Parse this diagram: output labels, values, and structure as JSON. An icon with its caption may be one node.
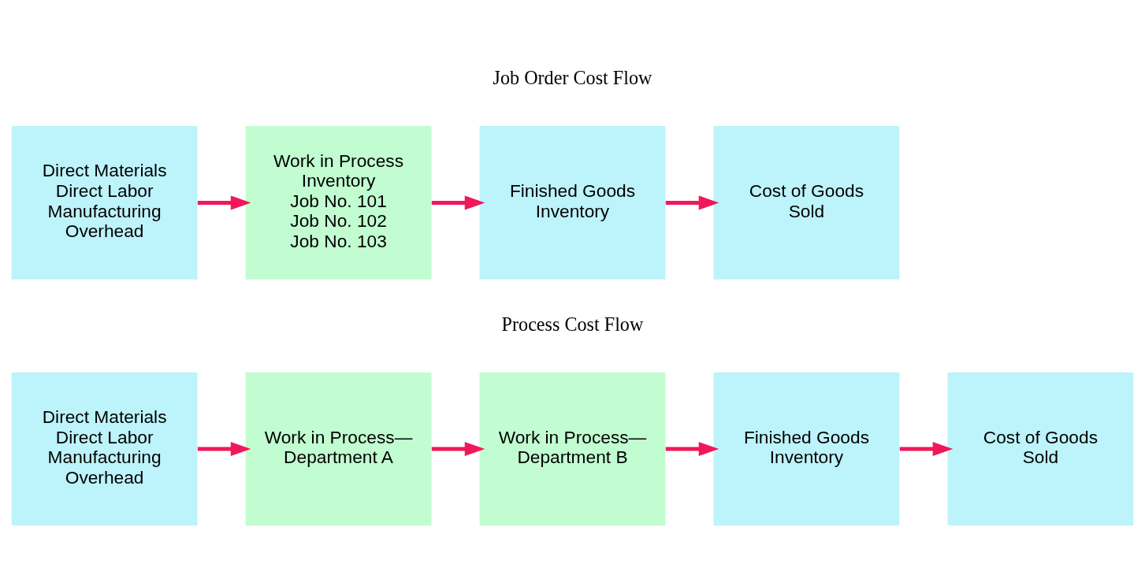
{
  "diagram": {
    "nodes": [
      {
        "text": [
          "Direct Materials",
          "Direct Labor",
          "Manufacturing Overhead"
        ]
      },
      {
        "text": [
          "Work in Process Inventory",
          "Job No. 101",
          "Job No. 102",
          "Job No. 103"
        ]
      },
      {
        "text": [
          "Finished Goods Inventory"
        ]
      },
      {
        "text": [
          "Cost of Goods Sold"
        ]
      },
      {
        "text": [
          "Direct Materials",
          "Direct Labor",
          "Manufacturing Overhead"
        ]
      },
      {
        "text": [
          "Work in Process—Department A"
        ]
      },
      {
        "text": [
          "Work in Process—Department B"
        ]
      },
      {
        "text": [
          "Finished Goods Inventory"
        ]
      },
      {
        "text": [
          "Cost of Goods Sold"
        ]
      }
    ],
    "edges": [
      {
        "from": 0,
        "to": 1,
        "arrow": "to"
      },
      {
        "from": 1,
        "to": 2,
        "arrow": "to"
      },
      {
        "from": 2,
        "to": 3,
        "arrow": "to"
      },
      {
        "from": 4,
        "to": 5,
        "arrow": "to"
      },
      {
        "from": 5,
        "to": 6,
        "arrow": "to"
      },
      {
        "from": 6,
        "to": 7,
        "arrow": "to"
      },
      {
        "from": 7,
        "to": 8,
        "arrow": "to"
      }
    ],
    "labels": [
      "Job Order Cost Flow",
      "Process Cost Flow"
    ]
  }
}
